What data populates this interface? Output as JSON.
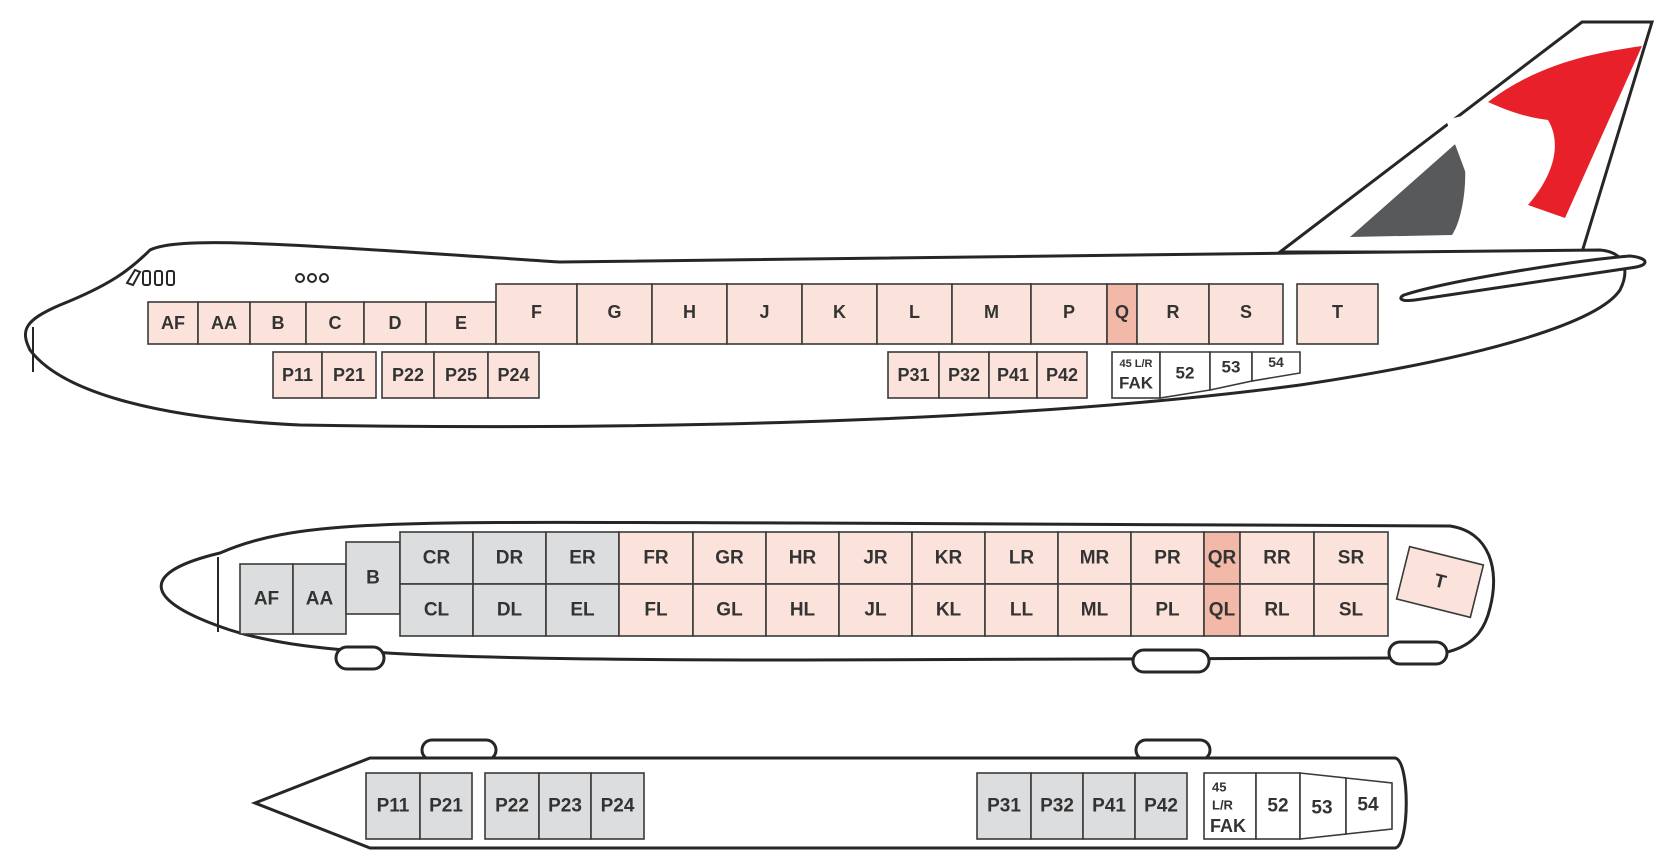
{
  "colors": {
    "main_deck": "#fbe3dc",
    "highlight": "#f2b8a8",
    "lower_deck": "#dcdddf",
    "blank": "#ffffff",
    "tail_red": "#e8202a",
    "tail_grey": "#58595b",
    "outline": "#262626"
  },
  "side_view": {
    "main_deck": [
      "AF",
      "AA",
      "B",
      "C",
      "D",
      "E",
      "F",
      "G",
      "H",
      "J",
      "K",
      "L",
      "M",
      "P",
      "Q",
      "R",
      "S",
      "T"
    ],
    "lower_hold": [
      "P11",
      "P21",
      "P22",
      "P25",
      "P24",
      "P31",
      "P32",
      "P41",
      "P42"
    ],
    "bulk": {
      "top": "45 L/R",
      "bottom": "FAK"
    },
    "bulk_positions": [
      "52",
      "53",
      "54"
    ]
  },
  "main_deck_plan": {
    "nose": [
      "AF",
      "AA",
      "B"
    ],
    "right_row": [
      "CR",
      "DR",
      "ER",
      "FR",
      "GR",
      "HR",
      "JR",
      "KR",
      "LR",
      "MR",
      "PR",
      "QR",
      "RR",
      "SR"
    ],
    "left_row": [
      "CL",
      "DL",
      "EL",
      "FL",
      "GL",
      "HL",
      "JL",
      "KL",
      "LL",
      "ML",
      "PL",
      "QL",
      "RL",
      "SL"
    ],
    "tail": "T"
  },
  "lower_deck_plan": {
    "forward_hold": [
      "P11",
      "P21",
      "P22",
      "P23",
      "P24"
    ],
    "aft_hold": [
      "P31",
      "P32",
      "P41",
      "P42"
    ],
    "bulk": {
      "line1": "45",
      "line2": "L/R",
      "line3": "FAK"
    },
    "bulk_positions": [
      "52",
      "53",
      "54"
    ]
  }
}
